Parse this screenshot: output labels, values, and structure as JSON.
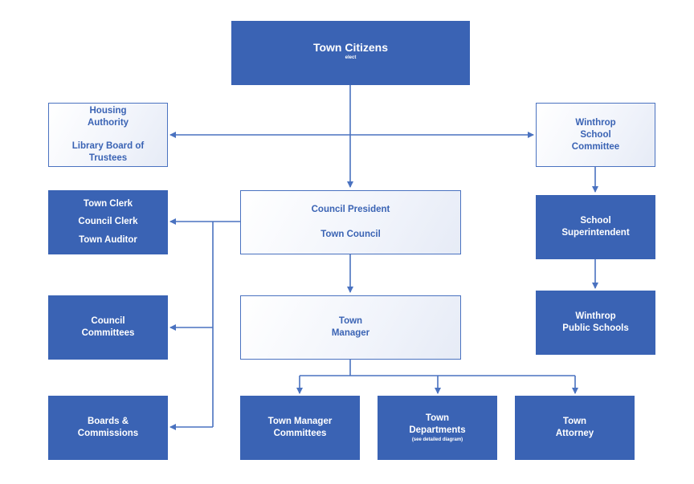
{
  "title": {
    "main": "Town Citizens",
    "sub": "elect"
  },
  "left_boxes": {
    "housing": "Housing",
    "authority": "Authority",
    "library": "Library Board of",
    "trustees": "Trustees",
    "town_clerk": "Town Clerk",
    "council_clerk": "Council Clerk",
    "town_auditor": "Town Auditor",
    "council_committees_1": "Council",
    "council_committees_2": "Committees",
    "boards_1": "Boards &",
    "boards_2": "Commissions"
  },
  "center_boxes": {
    "council_president": "Council President",
    "town_council": "Town Council",
    "town_manager_1": "Town",
    "town_manager_2": "Manager"
  },
  "right_boxes": {
    "school_committee_1": "Winthrop",
    "school_committee_2": "School",
    "school_committee_3": "Committee",
    "superintendent_1": "School",
    "superintendent_2": "Superintendent",
    "public_schools_1": "Winthrop",
    "public_schools_2": "Public Schools"
  },
  "bottom_boxes": {
    "tm_committees_1": "Town Manager",
    "tm_committees_2": "Committees",
    "departments_1": "Town",
    "departments_2": "Departments",
    "departments_note": "(see detailed diagram)",
    "attorney_1": "Town",
    "attorney_2": "Attorney"
  },
  "colors": {
    "box_fill": "#3a63b4",
    "line": "#4a72c0",
    "light_text": "#3a63b4"
  }
}
